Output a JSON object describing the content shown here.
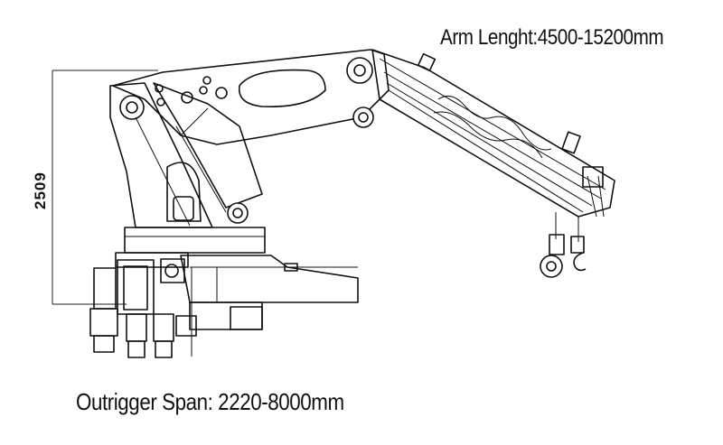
{
  "labels": {
    "arm_length": "Arm Lenght:4500-15200mm",
    "outrigger_span": "Outrigger Span: 2220-8000mm",
    "height": "2509"
  },
  "colors": {
    "background": "#ffffff",
    "line": "#111111"
  }
}
